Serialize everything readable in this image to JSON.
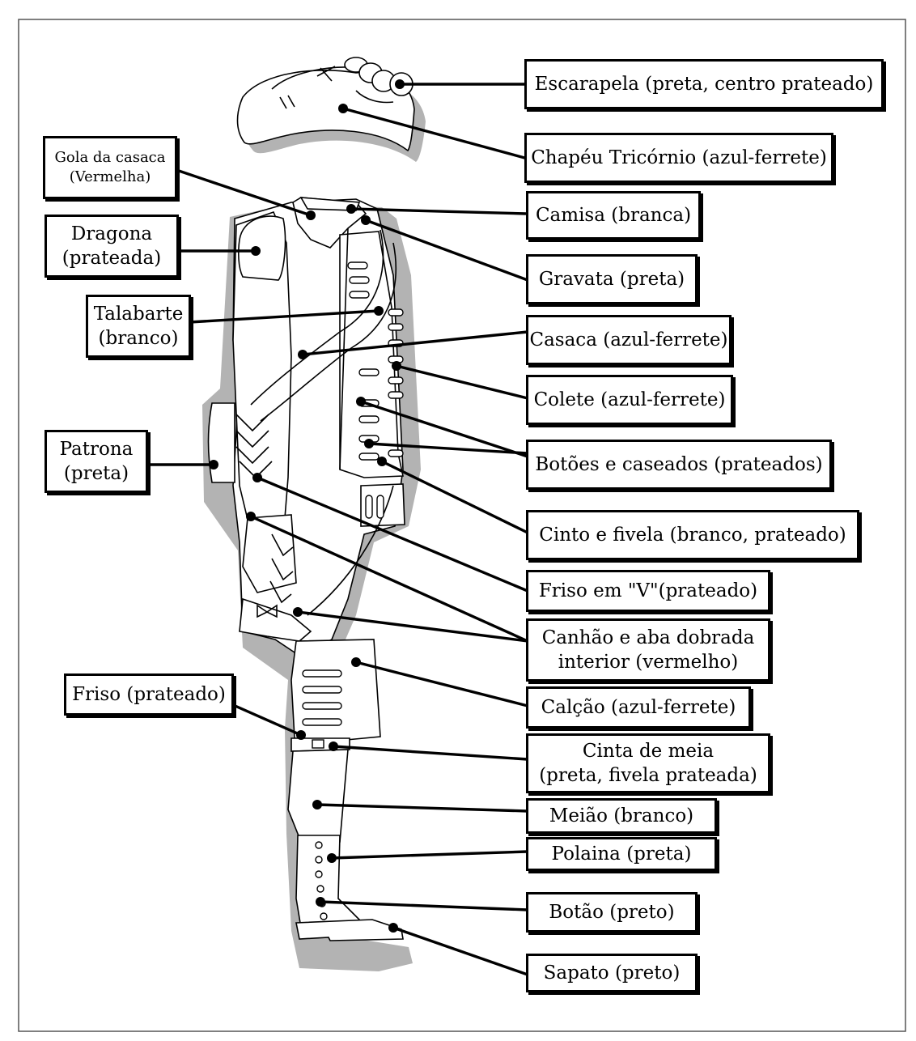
{
  "labels": {
    "escarapela": "Escarapela (preta, centro prateado)",
    "chapeu": "Chapéu Tricórnio (azul-ferrete)",
    "gola_l1": "Gola da casaca",
    "gola_l2": "(Vermelha)",
    "camisa": "Camisa (branca)",
    "dragona_l1": "Dragona",
    "dragona_l2": "(prateada)",
    "gravata": "Gravata (preta)",
    "talabarte_l1": "Talabarte",
    "talabarte_l2": "(branco)",
    "casaca": "Casaca (azul-ferrete)",
    "colete": "Colete (azul-ferrete)",
    "patrona_l1": "Patrona",
    "patrona_l2": "(preta)",
    "botoes": "Botões e caseados (prateados)",
    "cinto": "Cinto e fivela (branco, prateado)",
    "friso_v": "Friso em \"V\"(prateado)",
    "canhao_l1": "Canhão e aba dobrada",
    "canhao_l2": "interior (vermelho)",
    "friso": "Friso (prateado)",
    "calcao": "Calção (azul-ferrete)",
    "cinta_l1": "Cinta de meia",
    "cinta_l2": "(preta, fivela prateada)",
    "meiao": "Meião (branco)",
    "polaina": "Polaina (preta)",
    "botao": "Botão (preto)",
    "sapato": "Sapato (preto)"
  },
  "colors": {
    "line": "#000000",
    "shadow": "#b3b3b3",
    "background": "#ffffff"
  }
}
